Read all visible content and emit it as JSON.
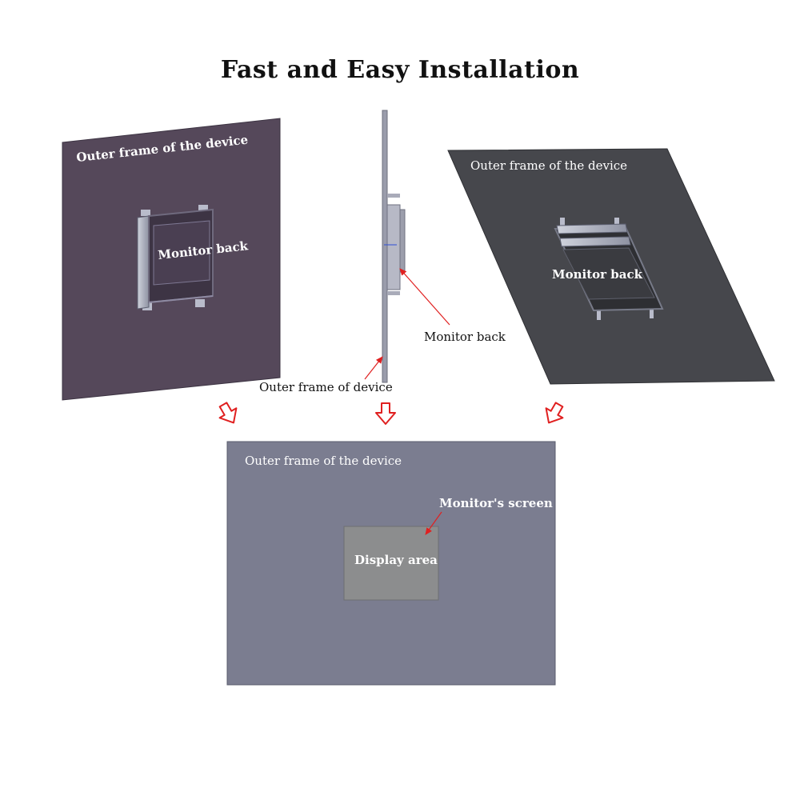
{
  "title": "Fast and Easy Installation",
  "left_view": {
    "frame_label": "Outer frame of the device",
    "monitor_label": "Monitor back"
  },
  "side_view": {
    "monitor_label": "Monitor back",
    "frame_label": "Outer frame of device"
  },
  "right_view": {
    "frame_label": "Outer frame of the device",
    "monitor_label": "Monitor back"
  },
  "front_view": {
    "frame_label": "Outer frame of the device",
    "screen_label": "Monitor's screen",
    "display_label": "Display area"
  },
  "colors": {
    "left_panel": "#55485a",
    "right_panel": "#46474c",
    "front_panel": "#7b7d90",
    "display_area": "#8c8d8e",
    "arrow_red": "#e02020",
    "leader_red": "#e02020"
  }
}
